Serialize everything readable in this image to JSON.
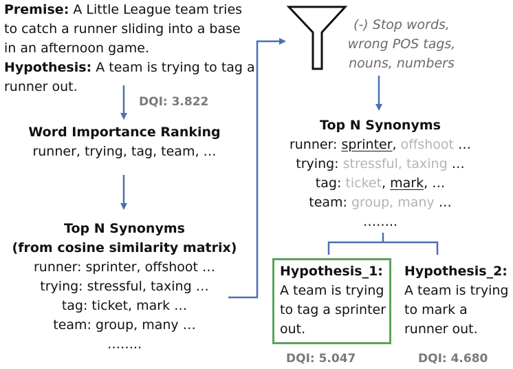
{
  "premise": {
    "label": "Premise:",
    "lines": [
      "A Little League team tries",
      "to catch a runner sliding into a base",
      "in an afternoon game."
    ]
  },
  "hypothesis": {
    "label": "Hypothesis:",
    "lines": [
      "A team is trying to tag a",
      "runner out."
    ]
  },
  "dqi_original": "DQI: 3.822",
  "ranking": {
    "title": "Word Importance Ranking",
    "words": "runner, trying, tag, team, …"
  },
  "synonyms_left": {
    "title": "Top N Synonyms",
    "subtitle": "(from cosine similarity matrix)",
    "rows": [
      "runner: sprinter, offshoot …",
      "trying: stressful, taxing …",
      "tag: ticket, mark …",
      "team: group, many …"
    ],
    "ellipsis": "…….."
  },
  "filter": {
    "icon": "funnel-icon",
    "lines": [
      "(-) Stop words,",
      "wrong POS tags,",
      "nouns, numbers"
    ]
  },
  "synonyms_right": {
    "title": "Top N Synonyms",
    "rows": [
      {
        "word": "runner:",
        "selected": "sprinter",
        "sep": ",",
        "rest": "offshoot",
        "tail": "…"
      },
      {
        "word": "trying:",
        "rest": "stressful, taxing",
        "tail": "…"
      },
      {
        "word": "tag:",
        "rest": "ticket",
        "sep": ",",
        "selected": "mark",
        "sep2": ",",
        "tail": "…"
      },
      {
        "word": "team:",
        "rest": "group, many",
        "tail": "…"
      }
    ],
    "ellipsis": "…….."
  },
  "hyp1": {
    "title": "Hypothesis_1:",
    "lines": [
      "A team is trying",
      "to tag a sprinter",
      "out."
    ],
    "dqi": "DQI: 5.047"
  },
  "hyp2": {
    "title": "Hypothesis_2:",
    "lines": [
      "A team is trying",
      "to mark a",
      "runner out."
    ],
    "dqi": "DQI: 4.680"
  },
  "colors": {
    "arrow": "#4a6fb5",
    "box_border": "#5aa35a",
    "gray_text": "#b3b3b3",
    "dqi_text": "#7a7a7a"
  }
}
